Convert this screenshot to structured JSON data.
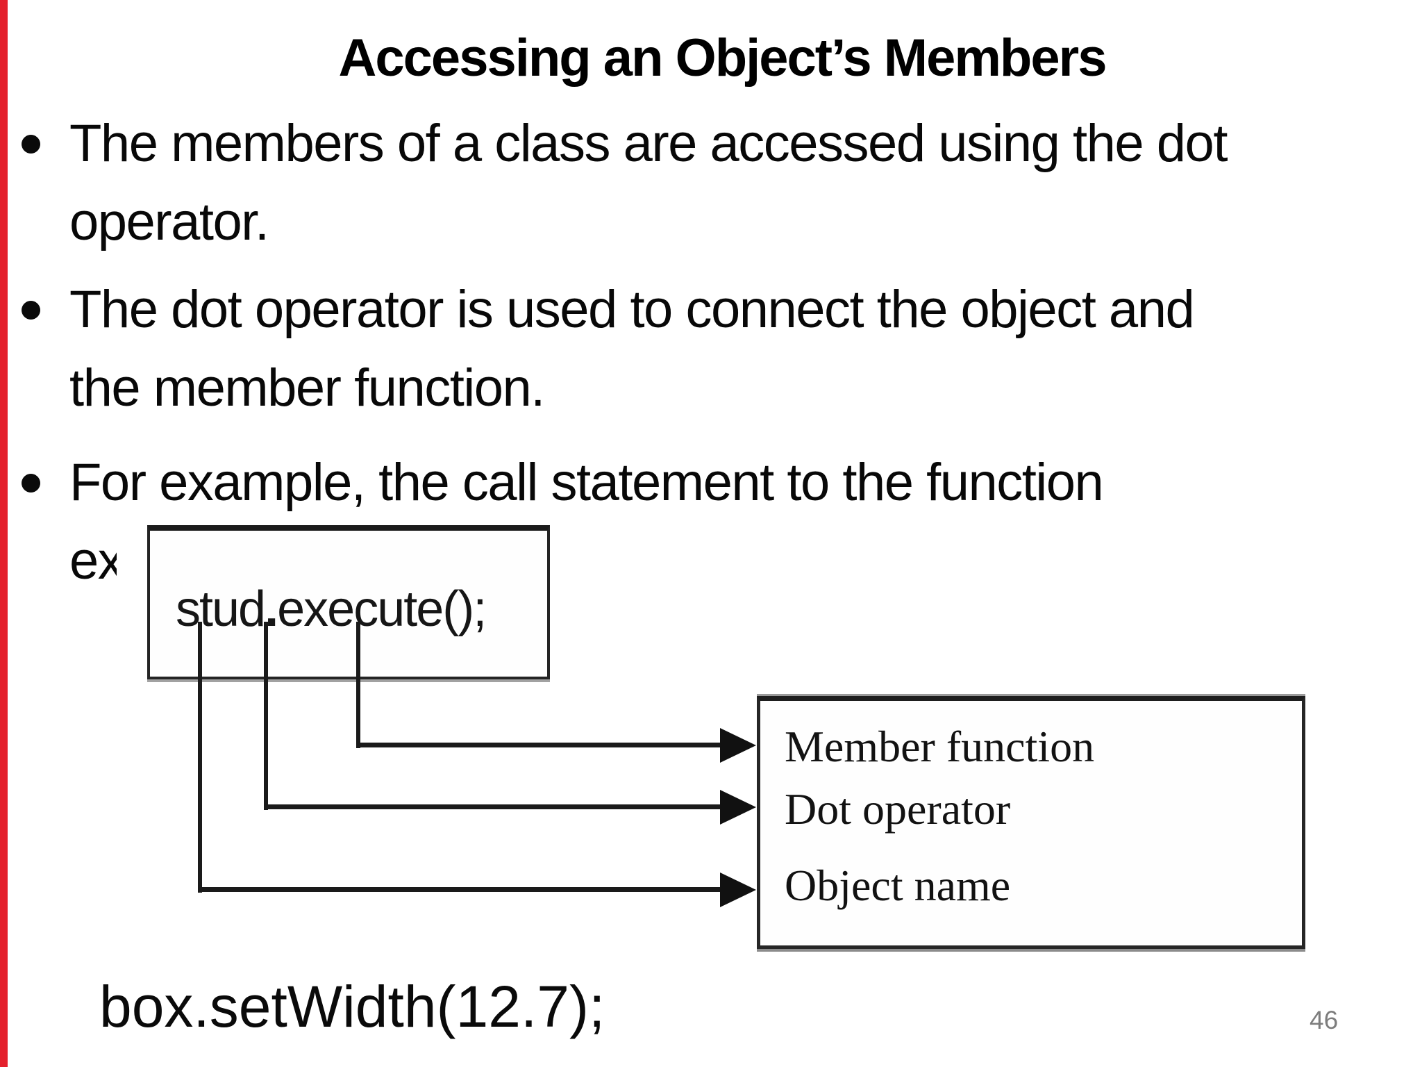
{
  "slide": {
    "title": "Accessing an Object’s Members",
    "bullets": [
      {
        "line1": "The members of a class are accessed using the dot",
        "line2": "operator."
      },
      {
        "line1": "The dot operator is used to connect the object and",
        "line2": "the member function."
      },
      {
        "line1": "For example, the call statement to the function",
        "line2": "ex"
      }
    ],
    "code_line": "box.setWidth(12.7);",
    "page_number": "46"
  },
  "diagram": {
    "code": {
      "object": "stud",
      "dot": ".",
      "member": "execute();"
    },
    "labels": [
      {
        "text": "Member function"
      },
      {
        "text": "Dot operator"
      },
      {
        "text": "Object name"
      }
    ]
  },
  "colors": {
    "accent_strip": "#e4202c",
    "connector_line": "#1a1a1a",
    "box_border": "#242424",
    "page_number": "#7d7d7d"
  }
}
